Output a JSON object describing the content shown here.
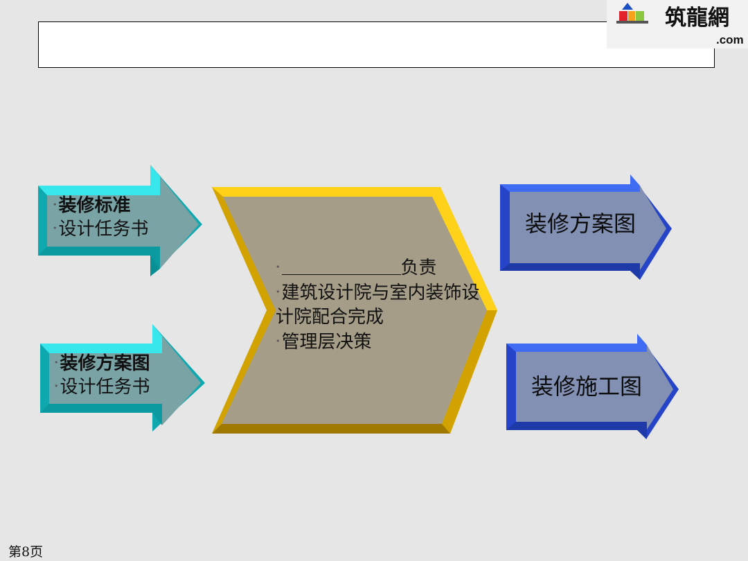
{
  "logo": {
    "text": "筑龍網",
    "suffix": ".com"
  },
  "inputs": [
    {
      "lines": [
        "装修标准",
        "设计任务书"
      ]
    },
    {
      "lines": [
        "装修方案图",
        "设计任务书"
      ]
    }
  ],
  "process": {
    "responsible_suffix": "负责",
    "line2": "建筑设计院与室内装饰设计院配合完成",
    "line3": "管理层决策"
  },
  "outputs": [
    {
      "label": "装修方案图"
    },
    {
      "label": "装修施工图"
    }
  ],
  "page_number": "第8页",
  "colors": {
    "background": "#e6e6e6",
    "input_arrow_face": "#7aa3a6",
    "input_arrow_rim": "#15c6cc",
    "process_face": "#a59d87",
    "process_rim": "#e8b800",
    "output_arrow_face": "#8290b4",
    "output_arrow_rim": "#2f52d6"
  }
}
